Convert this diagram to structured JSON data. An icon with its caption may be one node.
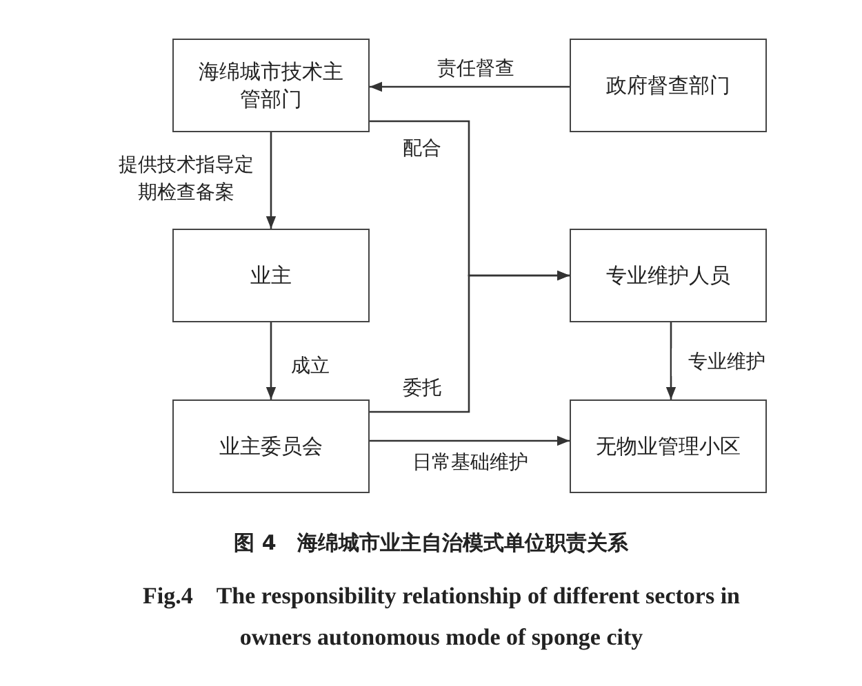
{
  "diagram": {
    "caption": "图 4　海绵城市业主自治模式单位职责关系",
    "nodes": [
      {
        "text": [
          "海绵城市技术主管部门"
        ]
      },
      {
        "text": [
          "政府督查部门"
        ]
      },
      {
        "text": [
          "业主"
        ]
      },
      {
        "text": [
          "专业维护人员"
        ]
      },
      {
        "text": [
          "业主委员会"
        ]
      },
      {
        "text": [
          "无物业管理小区"
        ]
      }
    ],
    "edges": [
      {
        "from": 1,
        "to": 0,
        "arrow": "to",
        "label": "责任督查"
      },
      {
        "from": 0,
        "to": 2,
        "arrow": "to",
        "label": "提供技术指导定期检查备案"
      },
      {
        "from": 0,
        "to": 3,
        "arrow": "to",
        "label": "配合"
      },
      {
        "from": 4,
        "to": 3,
        "arrow": "to",
        "label": "委托"
      },
      {
        "from": 2,
        "to": 4,
        "arrow": "to",
        "label": "成立"
      },
      {
        "from": 3,
        "to": 5,
        "arrow": "to",
        "label": "专业维护"
      },
      {
        "from": 4,
        "to": 5,
        "arrow": "to",
        "label": "日常基础维护"
      }
    ],
    "labels": [
      "Fig.4　The responsibility relationship of different sectors in owners autonomous mode of sponge city"
    ]
  }
}
